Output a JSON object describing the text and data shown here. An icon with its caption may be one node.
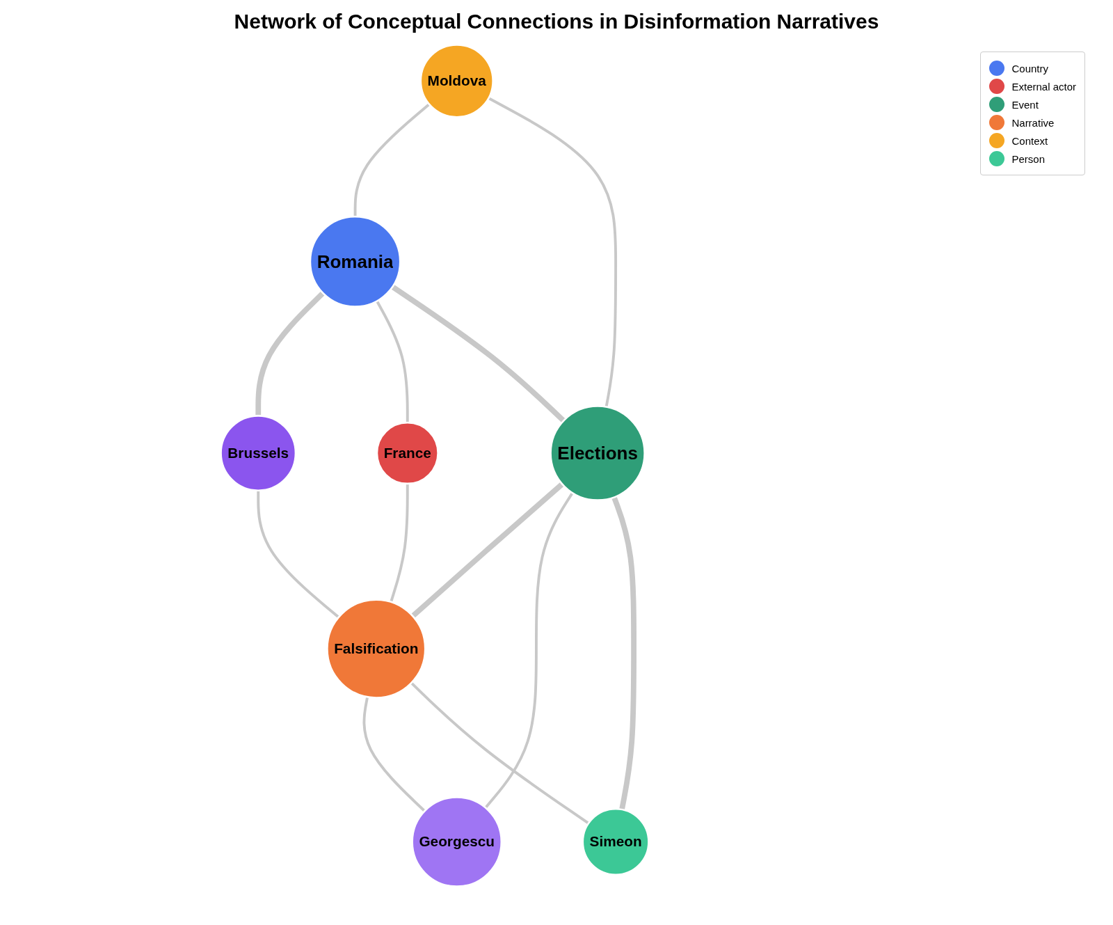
{
  "diagram": {
    "title": "Network of Conceptual Connections in Disinformation Narratives",
    "nodes": [
      {
        "text": [
          "Moldova"
        ]
      },
      {
        "text": [
          "Romania"
        ]
      },
      {
        "text": [
          "Brussels"
        ]
      },
      {
        "text": [
          "France"
        ]
      },
      {
        "text": [
          "Elections"
        ]
      },
      {
        "text": [
          "Falsification"
        ]
      },
      {
        "text": [
          "Simeon"
        ]
      },
      {
        "text": [
          "Georgescu"
        ]
      }
    ],
    "edges": [
      {
        "from": 0,
        "to": 1,
        "arrow": "none"
      },
      {
        "from": 0,
        "to": 4,
        "arrow": "none"
      },
      {
        "from": 1,
        "to": 2,
        "arrow": "none",
        "style": "thick"
      },
      {
        "from": 1,
        "to": 3,
        "arrow": "none"
      },
      {
        "from": 1,
        "to": 4,
        "arrow": "none",
        "style": "thick"
      },
      {
        "from": 2,
        "to": 5,
        "arrow": "none"
      },
      {
        "from": 3,
        "to": 5,
        "arrow": "none"
      },
      {
        "from": 4,
        "to": 5,
        "arrow": "none",
        "style": "thick"
      },
      {
        "from": 4,
        "to": 7,
        "arrow": "none"
      },
      {
        "from": 5,
        "to": 7,
        "arrow": "none"
      },
      {
        "from": 5,
        "to": 6,
        "arrow": "none"
      },
      {
        "from": 4,
        "to": 6,
        "arrow": "none",
        "style": "thick"
      }
    ],
    "legend": [
      {
        "text": "Country",
        "color": "#4a78f0"
      },
      {
        "text": "External actor",
        "color": "#e04848"
      },
      {
        "text": "Event",
        "color": "#2f9e78"
      },
      {
        "text": "Narrative",
        "color": "#f07838"
      },
      {
        "text": "Context",
        "color": "#f5a623"
      },
      {
        "text": "Person",
        "color": "#3cc896"
      }
    ]
  }
}
